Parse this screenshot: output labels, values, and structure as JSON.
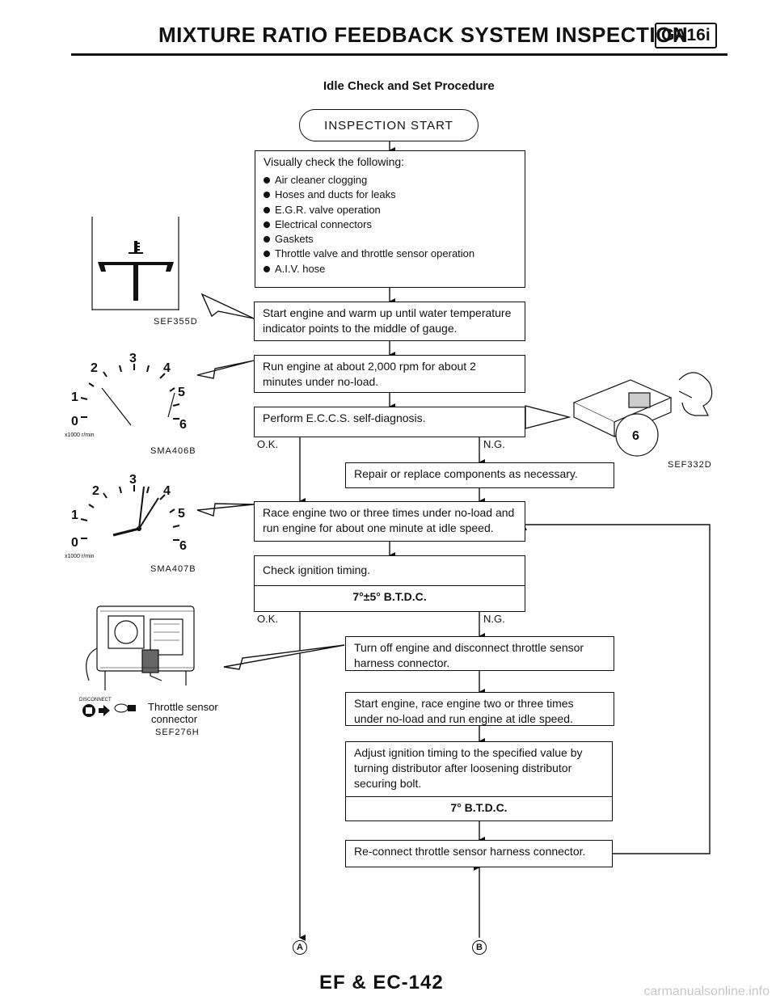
{
  "header": {
    "title": "MIXTURE RATIO FEEDBACK SYSTEM INSPECTION",
    "badge": "GA16i"
  },
  "subtitle": "Idle Check and Set Procedure",
  "start": "INSPECTION START",
  "step1": {
    "intro": "Visually check the following:",
    "items": [
      "Air cleaner clogging",
      "Hoses and ducts for leaks",
      "E.G.R. valve operation",
      "Electrical connectors",
      "Gaskets",
      "Throttle valve and throttle sensor operation",
      "A.I.V. hose"
    ]
  },
  "step2": "Start engine and warm up until water temperature indicator points to the middle of gauge.",
  "step3": "Run engine at about 2,000 rpm for about 2 minutes under no-load.",
  "step4": "Perform E.C.C.S. self-diagnosis.",
  "step4_ok": "O.K.",
  "step4_ng": "N.G.",
  "step5": "Repair or replace components as necessary.",
  "step6": "Race engine two or three times under no-load and run engine for about one minute at idle speed.",
  "step7": {
    "text": "Check ignition timing.",
    "spec": "7°±5° B.T.D.C."
  },
  "step7_ok": "O.K.",
  "step7_ng": "N.G.",
  "step8": "Turn off engine and disconnect throttle sensor harness connector.",
  "step9": "Start engine, race engine two or three times under no-load and run engine at idle speed.",
  "step10": {
    "text": "Adjust ignition timing to the specified value by turning distributor after loosening distributor securing bolt.",
    "spec": "7° B.T.D.C."
  },
  "step11": "Re-connect throttle sensor harness connector.",
  "connectors": {
    "a": "A",
    "b": "B"
  },
  "figures": {
    "fig1": "SEF355D",
    "fig2": "SMA406B",
    "fig3": "SMA407B",
    "fig4_label1": "Throttle sensor",
    "fig4_label2": "connector",
    "fig4": "SEF276H",
    "fig5": "SEF332D",
    "gauge_unit": "x1000 r/min",
    "disconnect": "DISCONNECT",
    "gauge_ticks": [
      "0",
      "1",
      "2",
      "3",
      "4",
      "5",
      "6"
    ],
    "diag_display": "6"
  },
  "footer": "EF & EC-142",
  "watermark": "carmanualsonline.info"
}
